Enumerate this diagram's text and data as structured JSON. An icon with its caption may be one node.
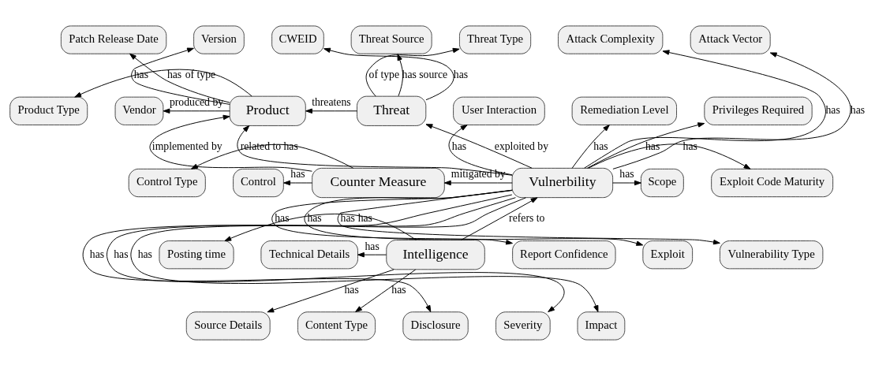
{
  "diagram": {
    "nodes": [
      {
        "text": [
          "Version"
        ]
      },
      {
        "text": [
          "CWEID"
        ]
      },
      {
        "text": [
          "Threat Source"
        ]
      },
      {
        "text": [
          "Threat Type"
        ]
      },
      {
        "text": [
          "Attack Complexity"
        ]
      },
      {
        "text": [
          "Patch Release Date"
        ]
      },
      {
        "text": [
          "Attack Vector"
        ]
      },
      {
        "text": [
          "Product Type"
        ]
      },
      {
        "text": [
          "User Interaction"
        ]
      },
      {
        "text": [
          "Product"
        ]
      },
      {
        "text": [
          "Threat"
        ]
      },
      {
        "text": [
          "Vendor"
        ]
      },
      {
        "text": [
          "Remediation Level"
        ]
      },
      {
        "text": [
          "Privileges Required"
        ]
      },
      {
        "text": [
          "Control Type"
        ]
      },
      {
        "text": [
          "Counter Measure"
        ]
      },
      {
        "text": [
          "Vulnerbility"
        ]
      },
      {
        "text": [
          "Scope"
        ]
      },
      {
        "text": [
          "Control"
        ]
      },
      {
        "text": [
          "Exploit Code Maturity"
        ]
      },
      {
        "text": [
          "Posting time"
        ]
      },
      {
        "text": [
          "Intelligence"
        ]
      },
      {
        "text": [
          "Report Confidence"
        ]
      },
      {
        "text": [
          "Exploit"
        ]
      },
      {
        "text": [
          "Vulnerability Type"
        ]
      },
      {
        "text": [
          "Technical Details"
        ]
      },
      {
        "text": [
          "Source Details"
        ]
      },
      {
        "text": [
          "Content Type"
        ]
      },
      {
        "text": [
          "Disclosure"
        ]
      },
      {
        "text": [
          "Severity"
        ]
      },
      {
        "text": [
          "Impact"
        ]
      }
    ],
    "edges": [
      {
        "from": 9,
        "to": 5,
        "arrow": "to",
        "label": "has"
      },
      {
        "from": 9,
        "to": 0,
        "arrow": "to",
        "label": "has"
      },
      {
        "from": 9,
        "to": 7,
        "arrow": "to",
        "label": "of type"
      },
      {
        "from": 9,
        "to": 11,
        "arrow": "to",
        "label": "produced by"
      },
      {
        "from": 10,
        "to": 1,
        "arrow": "to",
        "label": "has"
      },
      {
        "from": 10,
        "to": 2,
        "arrow": "to",
        "label": "has source"
      },
      {
        "from": 10,
        "to": 3,
        "arrow": "to",
        "label": "of type"
      },
      {
        "from": 10,
        "to": 9,
        "arrow": "to",
        "label": "threatens"
      },
      {
        "from": 16,
        "to": 9,
        "arrow": "to",
        "label": "related to"
      },
      {
        "from": 16,
        "to": 10,
        "arrow": "to",
        "label": "exploited by"
      },
      {
        "from": 15,
        "to": 9,
        "arrow": "to",
        "label": "implemented by"
      },
      {
        "from": 16,
        "to": 15,
        "arrow": "to",
        "label": "mitigated by"
      },
      {
        "from": 15,
        "to": 14,
        "arrow": "to",
        "label": "has"
      },
      {
        "from": 15,
        "to": 18,
        "arrow": "to",
        "label": "has"
      },
      {
        "from": 21,
        "to": 16,
        "arrow": "to",
        "label": "refers to"
      },
      {
        "from": 21,
        "to": 20,
        "arrow": "to",
        "label": "has"
      },
      {
        "from": 21,
        "to": 25,
        "arrow": "to",
        "label": "has"
      },
      {
        "from": 21,
        "to": 26,
        "arrow": "to",
        "label": "has"
      },
      {
        "from": 21,
        "to": 27,
        "arrow": "to",
        "label": "has"
      },
      {
        "from": 16,
        "to": 4,
        "arrow": "to",
        "label": "has"
      },
      {
        "from": 16,
        "to": 6,
        "arrow": "to",
        "label": "has"
      },
      {
        "from": 16,
        "to": 8,
        "arrow": "to",
        "label": "has"
      },
      {
        "from": 16,
        "to": 12,
        "arrow": "to",
        "label": "has"
      },
      {
        "from": 16,
        "to": 13,
        "arrow": "to",
        "label": "has"
      },
      {
        "from": 16,
        "to": 17,
        "arrow": "to",
        "label": "has"
      },
      {
        "from": 16,
        "to": 19,
        "arrow": "to",
        "label": "has"
      },
      {
        "from": 16,
        "to": 24,
        "arrow": "to",
        "label": "has"
      },
      {
        "from": 16,
        "to": 30,
        "arrow": "to",
        "label": "has"
      },
      {
        "from": 16,
        "to": 23,
        "arrow": "to",
        "label": "has"
      },
      {
        "from": 16,
        "to": 29,
        "arrow": "to",
        "label": "has"
      },
      {
        "from": 16,
        "to": 22,
        "arrow": "to",
        "label": "has"
      },
      {
        "from": 16,
        "to": 28,
        "arrow": "to",
        "label": "has"
      }
    ]
  }
}
